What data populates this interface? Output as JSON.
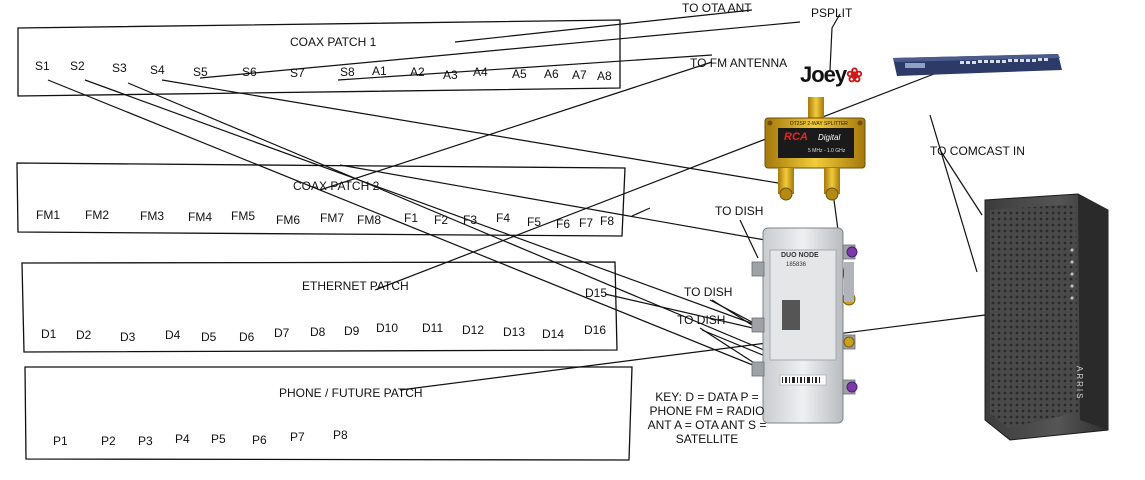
{
  "panels": {
    "coax1": {
      "title": "COAX PATCH 1",
      "ports": [
        "S1",
        "S2",
        "S3",
        "S4",
        "S5",
        "S6",
        "S7",
        "S8",
        "A1",
        "A2",
        "A3",
        "A4",
        "A5",
        "A6",
        "A7",
        "A8"
      ]
    },
    "coax2": {
      "title": "COAX PATCH 2",
      "ports": [
        "FM1",
        "FM2",
        "FM3",
        "FM4",
        "FM5",
        "FM6",
        "FM7",
        "FM8",
        "F1",
        "F2",
        "F3",
        "F4",
        "F5",
        "F6",
        "F7",
        "F8"
      ]
    },
    "ethernet": {
      "title": "ETHERNET PATCH",
      "ports": [
        "D1",
        "D2",
        "D3",
        "D4",
        "D5",
        "D6",
        "D7",
        "D8",
        "D9",
        "D10",
        "D11",
        "D12",
        "D13",
        "D14",
        "D16",
        "D15"
      ]
    },
    "phone": {
      "title": "PHONE / FUTURE PATCH",
      "ports": [
        "P1",
        "P2",
        "P3",
        "P4",
        "P5",
        "P6",
        "P7",
        "P8"
      ]
    }
  },
  "annotations": {
    "ota": "TO OTA ANT",
    "psplit": "PSPLIT",
    "fm_antenna": "TO FM ANTENNA",
    "comcast": "TO COMCAST IN",
    "dish1": "TO DISH",
    "dish2": "TO DISH",
    "dish3": "TO DISH"
  },
  "devices": {
    "joey_logo": "Joey",
    "splitter_label": "DT2SP 2-WAY SPLITTER",
    "splitter_brand": "RCA",
    "splitter_sub": "Digital",
    "splitter_freq": "5 MHz - 1.0 GHz",
    "duo_node_title": "DUO NODE",
    "duo_node_code": "185836",
    "modem_brand": "ARRIS"
  },
  "key": "KEY: D = DATA P = PHONE FM = RADIO ANT A = OTA ANT S = SATELLITE"
}
